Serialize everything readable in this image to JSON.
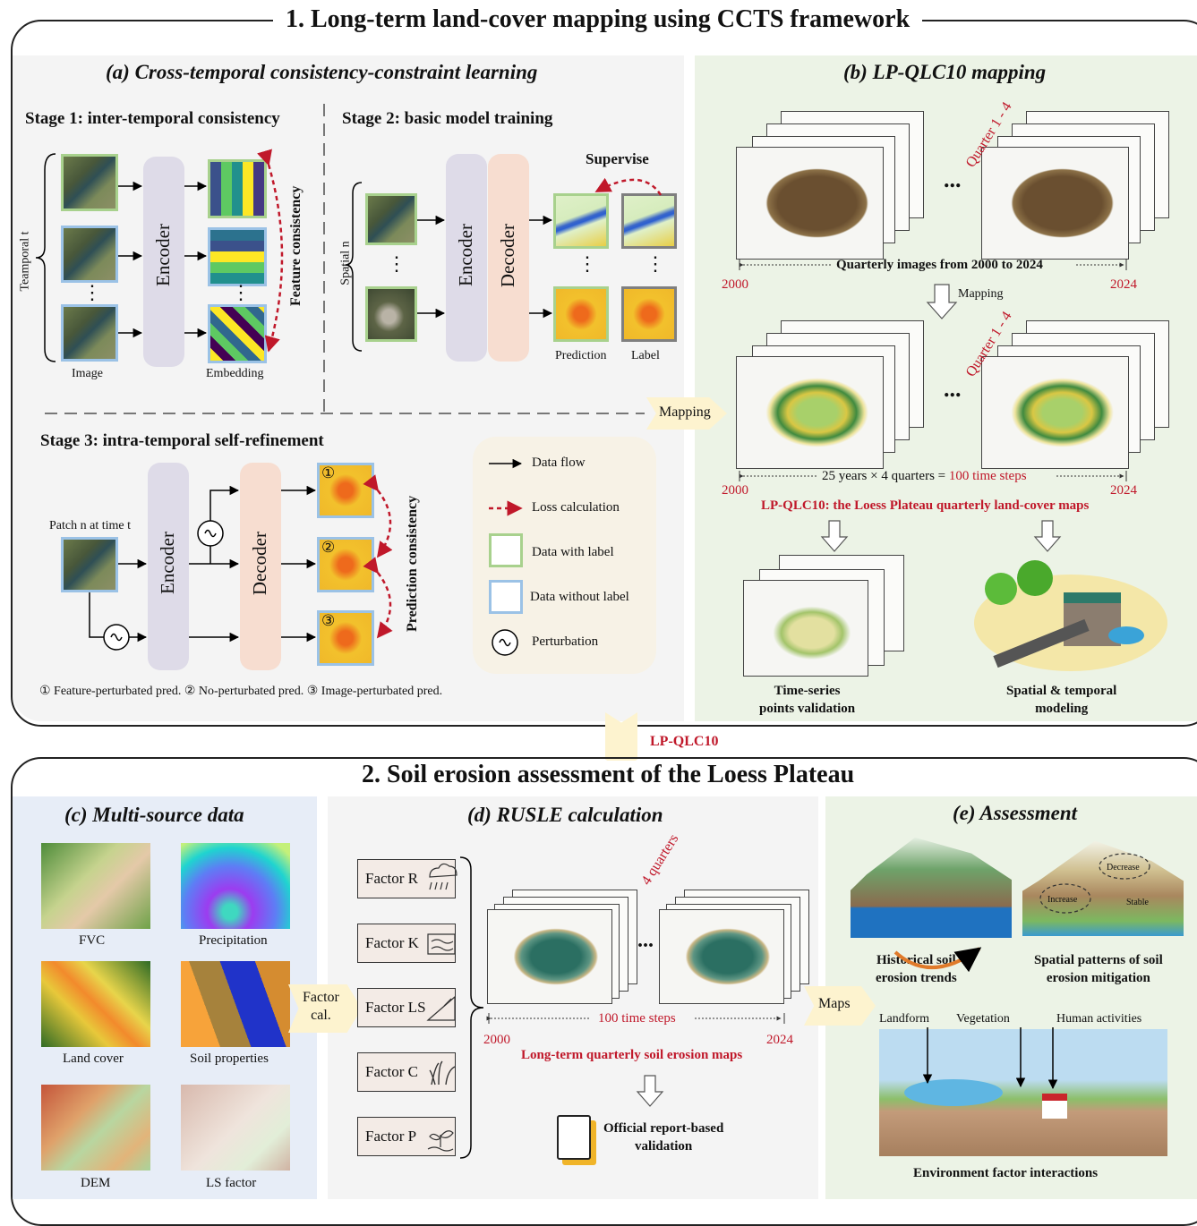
{
  "section1": {
    "title": "1. Long-term land-cover mapping using CCTS framework"
  },
  "panel_a": {
    "title": "(a) Cross-temporal consistency-constraint learning",
    "stage1": {
      "title": "Stage 1: inter-temporal consistency",
      "axis_label": "Teamporal t",
      "dots": "⋮",
      "encoder": "Encoder",
      "image_label": "Image",
      "embedding_label": "Embedding",
      "consistency": "Feature consistency"
    },
    "stage2": {
      "title": "Stage 2: basic model training",
      "axis_label": "Spatial n",
      "dots": "⋮",
      "encoder": "Encoder",
      "decoder": "Decoder",
      "supervise": "Supervise",
      "prediction_label": "Prediction",
      "label_label": "Label"
    },
    "stage3": {
      "title": "Stage 3: intra-temporal self-refinement",
      "patch_label": "Patch n at time t",
      "encoder": "Encoder",
      "decoder": "Decoder",
      "consistency": "Prediction consistency",
      "marks": [
        "①",
        "②",
        "③"
      ]
    },
    "footnote": "① Feature-perturbated pred.  ② No-perturbated pred.  ③ Image-perturbated pred.",
    "legend": [
      {
        "label": "Data flow"
      },
      {
        "label": "Loss calculation"
      },
      {
        "label": "Data with label"
      },
      {
        "label": "Data without label"
      },
      {
        "label": "Perturbation"
      }
    ]
  },
  "mapping_arrow": "Mapping",
  "panel_b": {
    "title": "(b) LP-QLC10 mapping",
    "quarter_label": "Quarter 1 - 4",
    "ellipsis": "...",
    "top_caption": "Quarterly images from 2000 to 2024",
    "start_year": "2000",
    "end_year": "2024",
    "mapping_label": "Mapping",
    "bottom_caption_prefix": "25 years × 4 quarters = ",
    "bottom_caption_highlight": "100 time steps",
    "product_caption": "LP-QLC10: the Loess Plateau quarterly land-cover maps",
    "validation": "Time-series\npoints validation",
    "modeling": "Spatial & temporal\nmodeling"
  },
  "connector_label": "LP-QLC10",
  "section2": {
    "title": "2. Soil erosion assessment of the Loess Plateau"
  },
  "panel_c": {
    "title": "(c) Multi-source data",
    "tiles": [
      "FVC",
      "Precipitation",
      "Land cover",
      "Soil properties",
      "DEM",
      "LS factor"
    ],
    "arrow": "Factor\ncal."
  },
  "panel_d": {
    "title": "(d) RUSLE calculation",
    "factors": [
      "Factor R",
      "Factor K",
      "Factor LS",
      "Factor C",
      "Factor P"
    ],
    "quarters_label": "4 quarters",
    "ellipsis": "...",
    "steps": "100 time steps",
    "start_year": "2000",
    "end_year": "2024",
    "maps_caption": "Long-term quarterly soil erosion maps",
    "validation": "Official report-based\nvalidation"
  },
  "maps_arrow": "Maps",
  "panel_e": {
    "title": "(e) Assessment",
    "trends": "Historical soil\nerosion trends",
    "mitigation": "Spatial patterns of soil\nerosion mitigation",
    "mitigation_tags": [
      "Decrease",
      "Increase",
      "Stable"
    ],
    "factors": [
      "Landform",
      "Vegetation",
      "Human activities"
    ],
    "interactions": "Environment factor interactions"
  },
  "colors": {
    "red": "#c0182a",
    "green_border": "#a8d18d",
    "blue_border": "#9bc2e6",
    "panel_a_bg": "#f4f4f4",
    "panel_b_bg": "#ecf3e6",
    "panel_c_bg": "#e7edf7",
    "panel_e_bg": "#ecf3e6"
  }
}
